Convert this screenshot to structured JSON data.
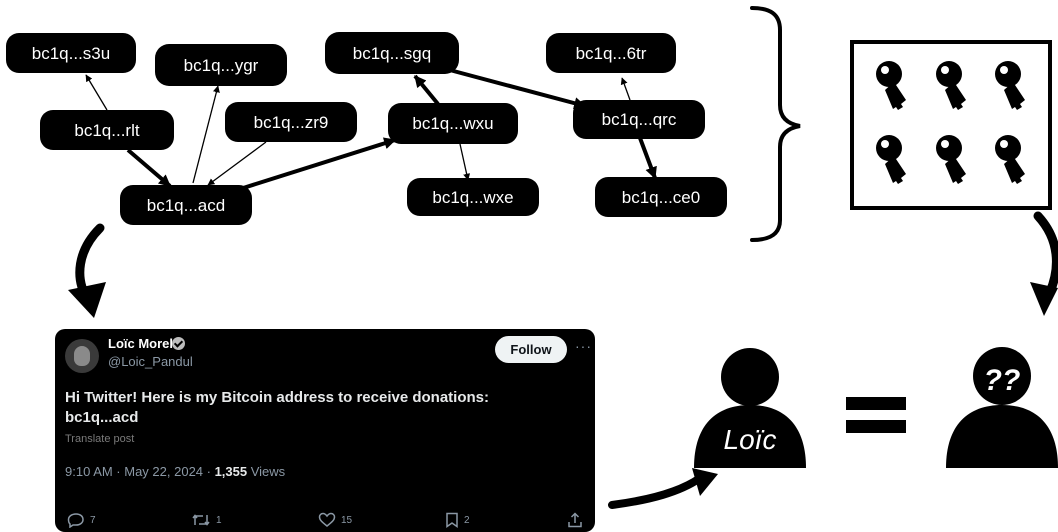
{
  "addresses": {
    "s3u": "bc1q...s3u",
    "ygr": "bc1q...ygr",
    "sgq": "bc1q...sgq",
    "tr6": "bc1q...6tr",
    "rlt": "bc1q...rlt",
    "zr9": "bc1q...zr9",
    "wxu": "bc1q...wxu",
    "qrc": "bc1q...qrc",
    "acd": "bc1q...acd",
    "wxe": "bc1q...wxe",
    "ce0": "bc1q...ce0"
  },
  "keys": {
    "count": 6,
    "icon": "key-icon"
  },
  "tweet": {
    "display_name": "Loïc Morel",
    "handle": "@Loic_Pandul",
    "follow_label": "Follow",
    "text": "Hi Twitter! Here is my Bitcoin address to receive donations:",
    "address": "bc1q...acd",
    "translate": "Translate post",
    "time": "9:10 AM · May 22, 2024 · ",
    "views_count": "1,355",
    "views_label": " Views",
    "replies": "7",
    "reposts": "1",
    "likes": "15",
    "bookmarks": "2"
  },
  "identity": {
    "known_name": "Loïc",
    "unknown_mark": "??"
  },
  "colors": {
    "node": "#000000",
    "text": "#ffffff",
    "card": "#000000"
  }
}
